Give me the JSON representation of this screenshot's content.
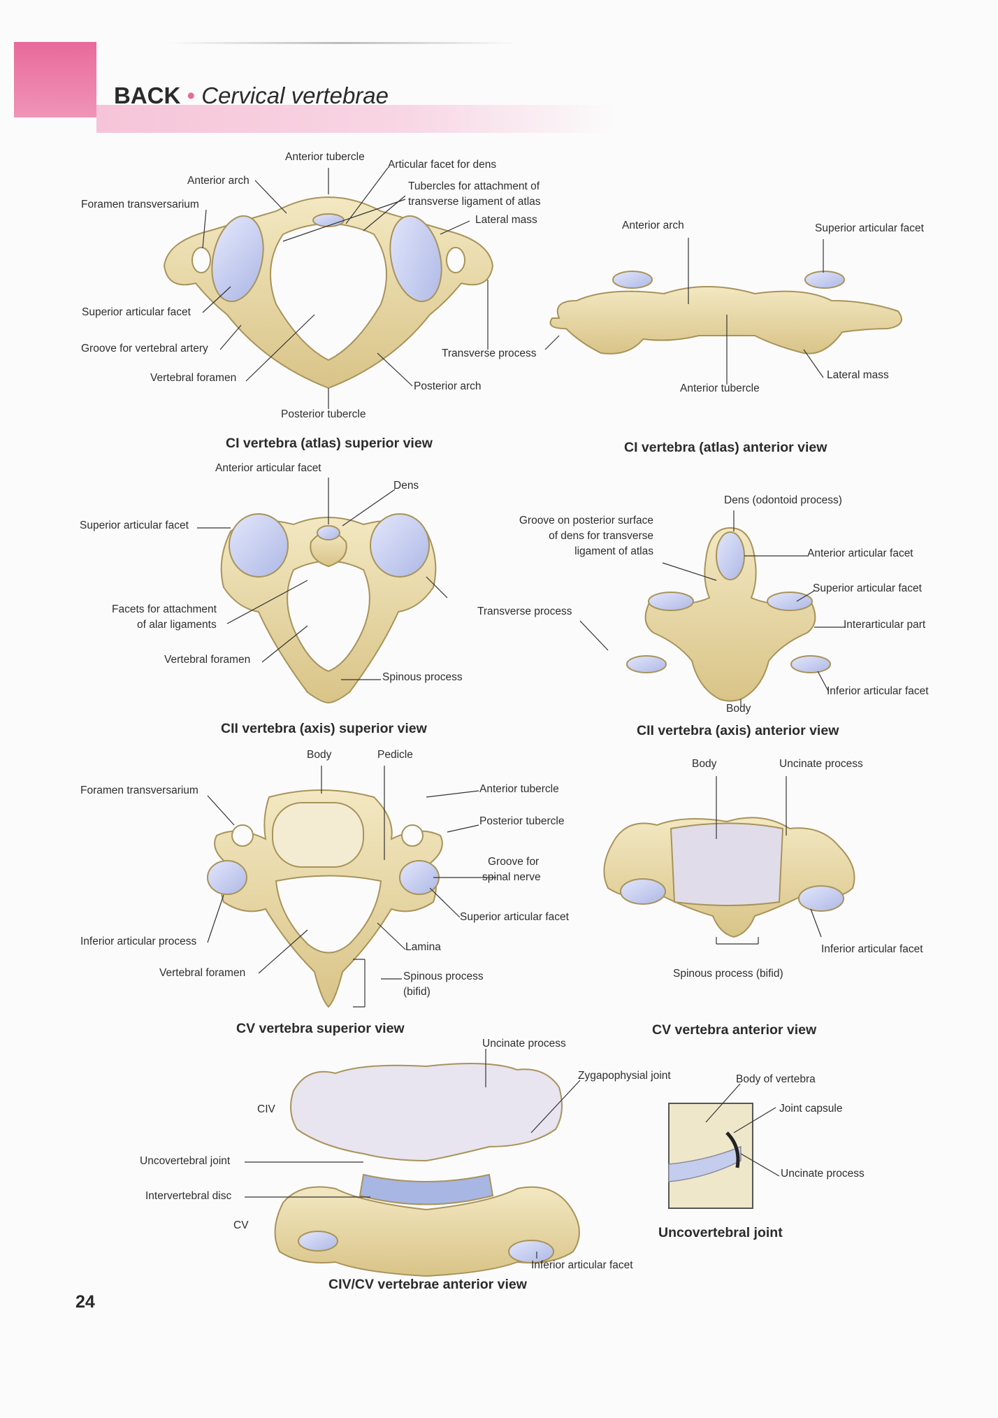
{
  "header": {
    "section": "BACK",
    "separator": "•",
    "subtitle": "Cervical vertebrae"
  },
  "page_number": "24",
  "figures": {
    "atlas_superior": {
      "caption": "CI vertebra (atlas) superior view",
      "labels": [
        "Anterior tubercle",
        "Articular facet for dens",
        "Anterior arch",
        "Tubercles for attachment of",
        "transverse ligament of atlas",
        "Foramen transversarium",
        "Lateral mass",
        "Superior articular facet",
        "Groove for vertebral artery",
        "Transverse process",
        "Vertebral foramen",
        "Posterior arch",
        "Posterior tubercle"
      ]
    },
    "atlas_anterior": {
      "caption": "CI vertebra (atlas) anterior view",
      "labels": [
        "Anterior arch",
        "Superior articular facet",
        "Lateral mass",
        "Anterior tubercle"
      ]
    },
    "axis_superior": {
      "caption": "CII vertebra (axis) superior view",
      "labels": [
        "Anterior articular facet",
        "Dens",
        "Superior articular facet",
        "Facets for attachment",
        "of alar ligaments",
        "Transverse process",
        "Vertebral foramen",
        "Spinous process"
      ]
    },
    "axis_anterior": {
      "caption": "CII vertebra (axis) anterior view",
      "labels": [
        "Dens (odontoid process)",
        "Groove on posterior surface",
        "of dens for transverse",
        "ligament of atlas",
        "Anterior articular facet",
        "Superior articular facet",
        "Interarticular part",
        "Inferior articular facet",
        "Body"
      ]
    },
    "cv_superior": {
      "caption": "CV vertebra superior view",
      "labels": [
        "Body",
        "Pedicle",
        "Foramen transversarium",
        "Anterior tubercle",
        "Posterior tubercle",
        "Groove for",
        "spinal nerve",
        "Superior articular facet",
        "Inferior articular process",
        "Lamina",
        "Vertebral foramen",
        "Spinous process",
        "(bifid)"
      ]
    },
    "cv_anterior": {
      "caption": "CV vertebra anterior view",
      "labels": [
        "Body",
        "Uncinate process",
        "Inferior articular facet",
        "Spinous process (bifid)"
      ]
    },
    "civ_cv_anterior": {
      "caption": "CIV/CV vertebrae anterior view",
      "labels": [
        "Uncinate process",
        "Zygapophysial joint",
        "CIV",
        "Uncovertebral joint",
        "Intervertebral disc",
        "CV",
        "Inferior articular facet"
      ]
    },
    "uncovertebral": {
      "caption": "Uncovertebral joint",
      "labels": [
        "Body of vertebra",
        "Joint capsule",
        "Uncinate process"
      ]
    }
  },
  "colors": {
    "header_pink": "#e86a9a",
    "bone": "#e9d9a6",
    "bone_shadow": "#c8b274",
    "cartilage": "#c5cdee",
    "disc": "#a8b6e4"
  }
}
